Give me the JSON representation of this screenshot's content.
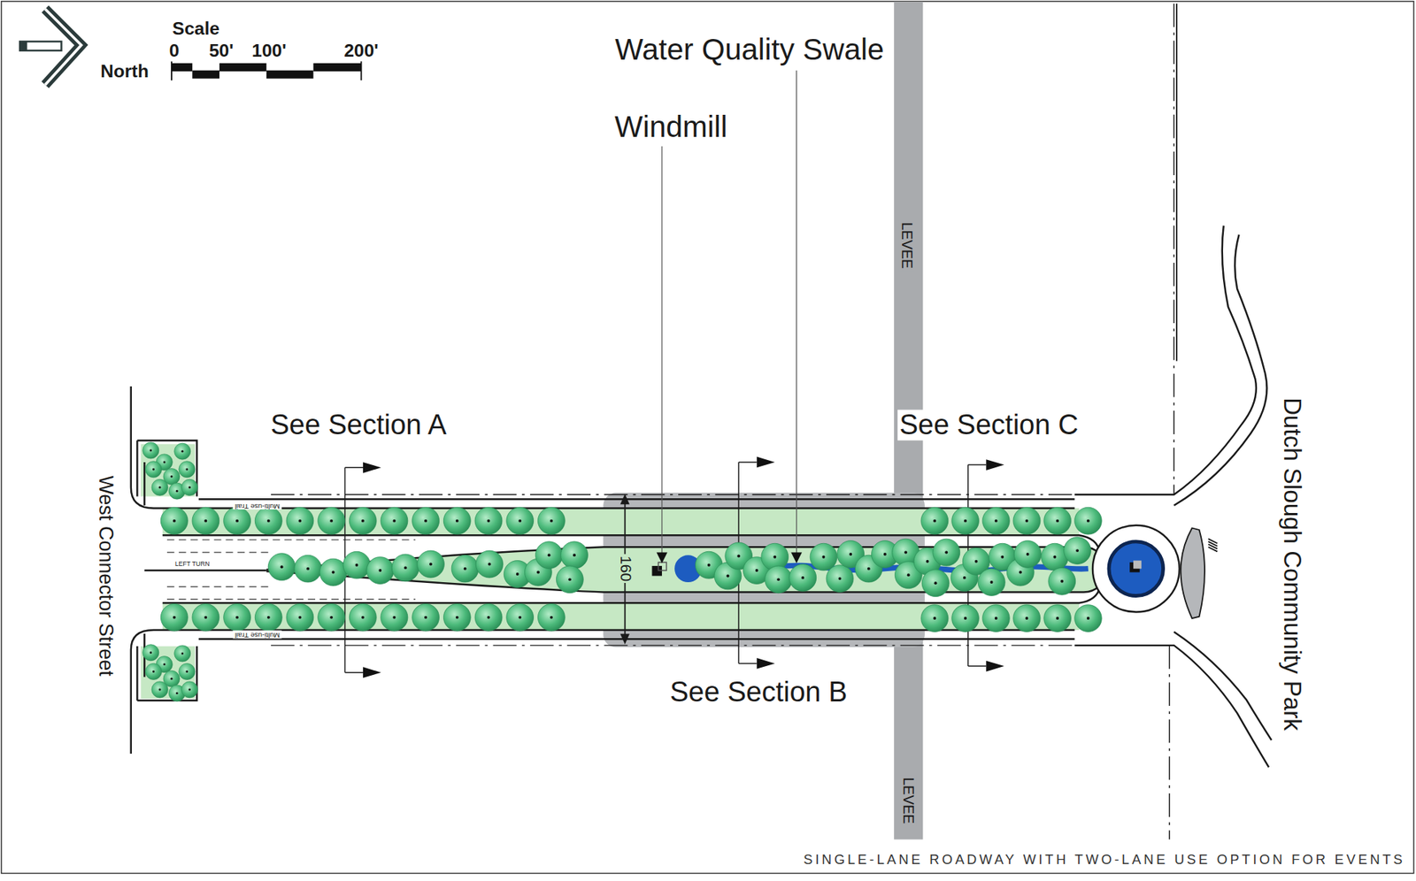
{
  "diagram": {
    "caption": "SINGLE-LANE ROADWAY WITH TWO-LANE USE OPTION FOR EVENTS",
    "labels": [
      "North",
      "Scale",
      "0",
      "50'",
      "100'",
      "200'",
      "Water Quality Swale",
      "Windmill",
      "See Section A",
      "See Section C",
      "See Section B",
      "LEVEE",
      "LEVEE",
      "West Connector Street",
      "Dutch Slough Community Park",
      "160",
      "LEFT TURN",
      "Multi-use Trail",
      "Multi-use Trail"
    ]
  }
}
